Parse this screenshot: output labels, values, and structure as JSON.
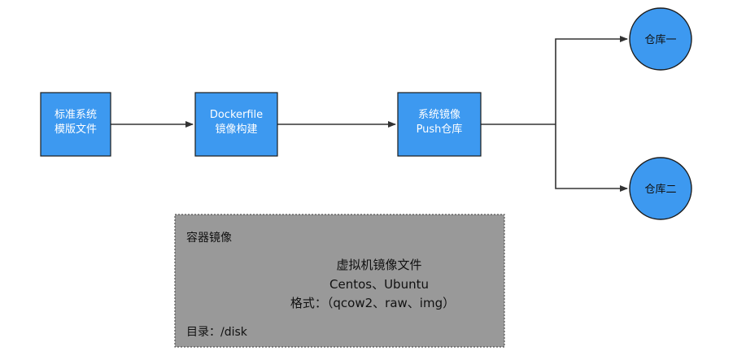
{
  "colors": {
    "node_fill": "#3d99f0",
    "node_stroke": "#1c1c1c",
    "panel_fill": "#999999",
    "panel_border": "#555555",
    "arrow": "#333333"
  },
  "nodes": {
    "template": {
      "line1": "标准系统",
      "line2": "模版文件"
    },
    "build": {
      "line1": "Dockerfile",
      "line2": "镜像构建"
    },
    "push": {
      "line1": "系统镜像",
      "line2": "Push仓库"
    },
    "repo1": {
      "label": "仓库一"
    },
    "repo2": {
      "label": "仓库二"
    }
  },
  "panel": {
    "title": "容器镜像",
    "line1": "虚拟机镜像文件",
    "line2": "Centos、Ubuntu",
    "line3": "格式：（qcow2、raw、img）",
    "footer": "目录：/disk"
  }
}
